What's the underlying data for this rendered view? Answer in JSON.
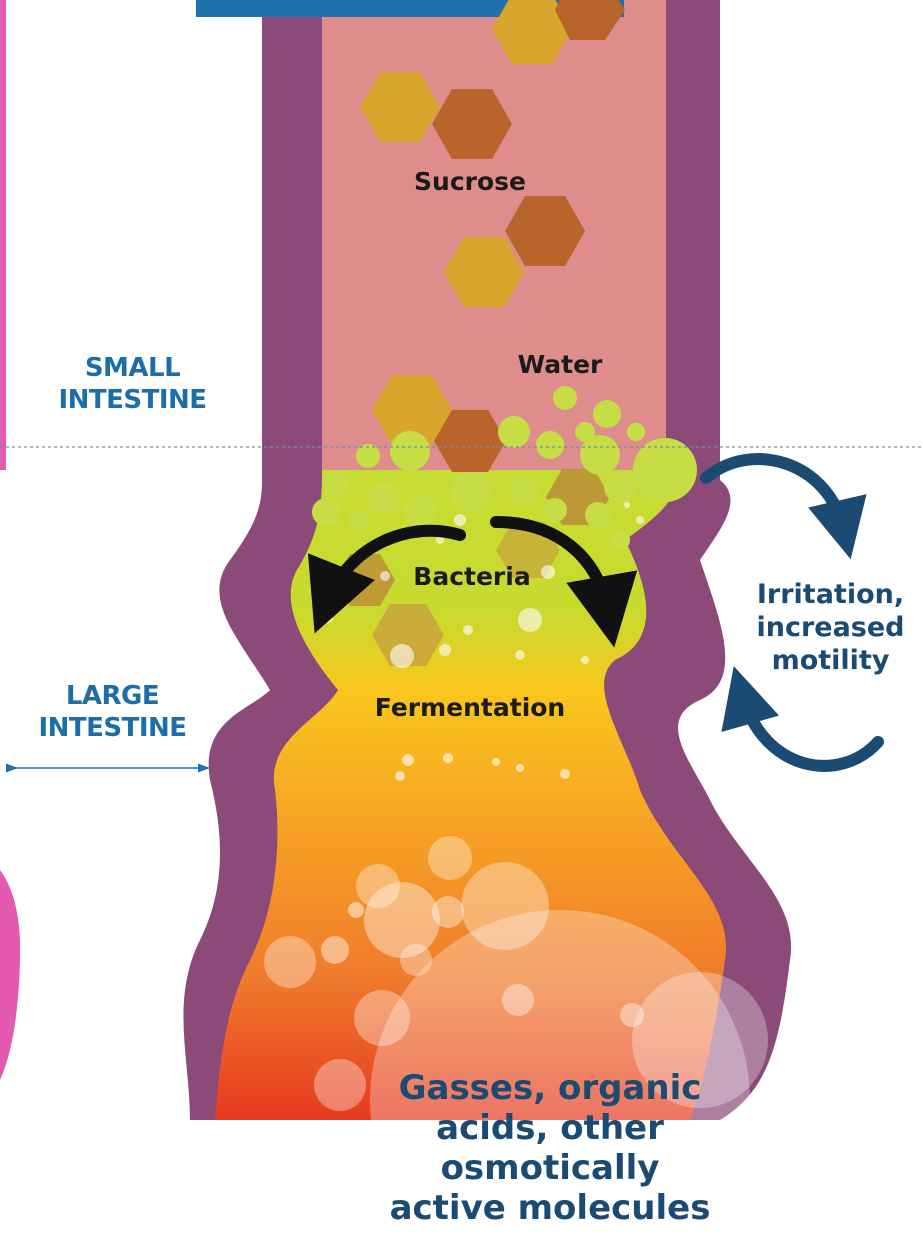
{
  "labels": {
    "small_intestine": [
      "SMALL",
      "INTESTINE"
    ],
    "large_intestine": [
      "LARGE",
      "INTESTINE"
    ],
    "sucrose": "Sucrose",
    "water": "Water",
    "bacteria": "Bacteria",
    "fermentation": "Fermentation",
    "irritation": [
      "Irritation,",
      "increased",
      "motility"
    ],
    "result": [
      "Gasses, organic",
      "acids, other",
      "osmotically",
      "active molecules"
    ]
  },
  "colors": {
    "wall": "#8c4a78",
    "small_lumen": "#de8c8c",
    "header_bar": "#1f72ab",
    "sugar_light": "#d8a62c",
    "sugar_dark": "#b8642a",
    "water_green": "#c6dd46",
    "fermentation_top": "#c3d92f",
    "fermentation_mid": "#f7bd1e",
    "fermentation_bottom": "#e63a20",
    "arrow_dark": "#111111",
    "arrow_blue": "#1b4a73",
    "text_blue": "#1d6ea8",
    "side_pink": "#e35ab0"
  },
  "icons": [
    "bacteria-cycle-arrows",
    "motility-cycle-arrows",
    "sucrose-hexagon"
  ]
}
